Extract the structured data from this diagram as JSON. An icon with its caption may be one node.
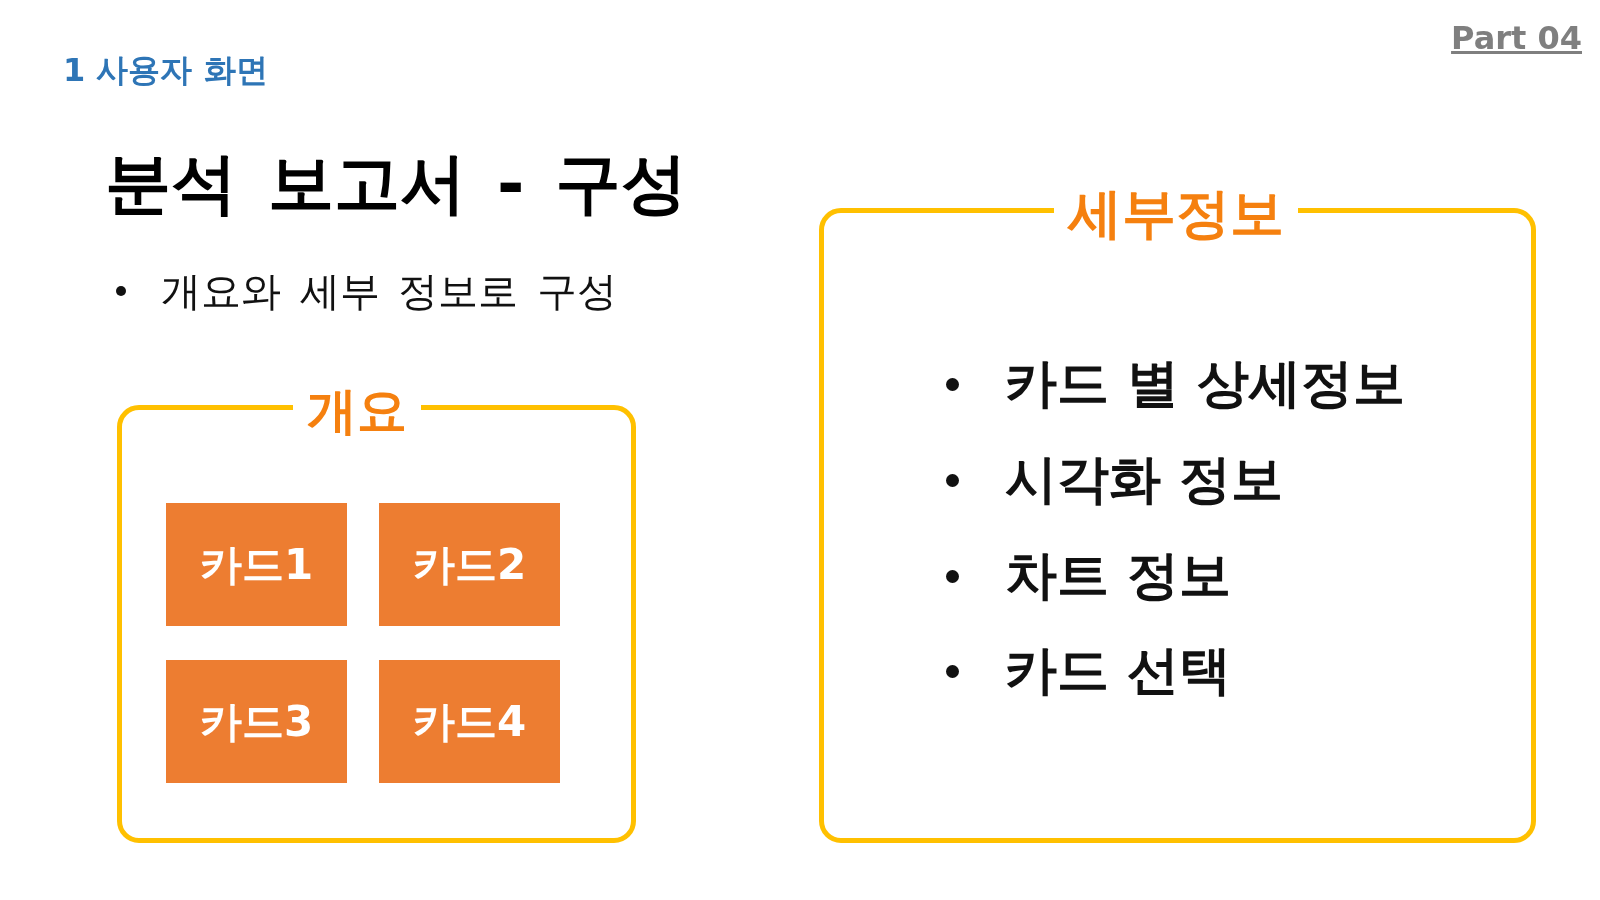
{
  "diagram": {
    "title": "분석 보고서 - 구성",
    "nodes": [
      {
        "text": [
          "개요"
        ]
      },
      {
        "text": [
          "카드1"
        ],
        "in": 0
      },
      {
        "text": [
          "카드2"
        ],
        "in": 0
      },
      {
        "text": [
          "카드3"
        ],
        "in": 0
      },
      {
        "text": [
          "카드4"
        ],
        "in": 0
      },
      {
        "text": [
          "세부정보",
          "카드 별 상세정보",
          "시각화 정보",
          "차트 정보",
          "카드 선택"
        ]
      }
    ],
    "labels": [
      "1 사용자 화면",
      "Part 04",
      "개요와 세부 정보로 구성"
    ]
  }
}
